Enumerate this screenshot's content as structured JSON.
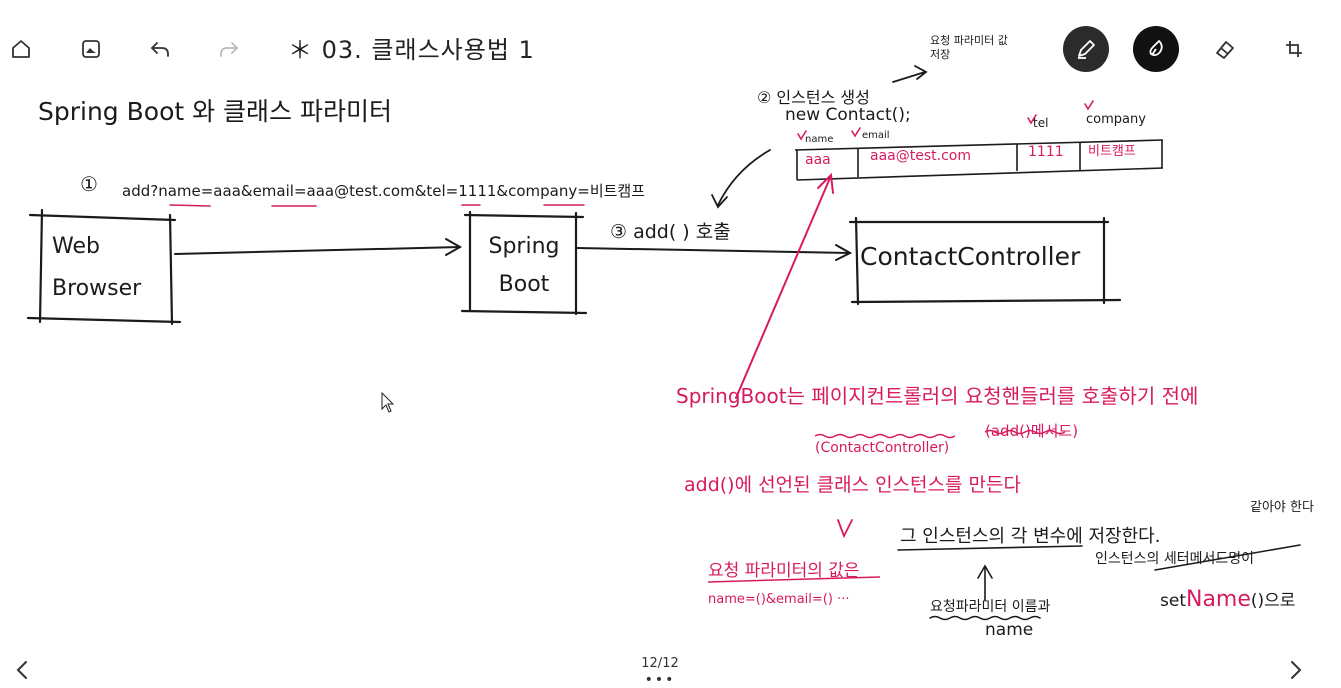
{
  "toolbar": {
    "title": "＊ 03. 클래스사용법 1",
    "icons": [
      "home-icon",
      "image-icon",
      "undo-icon",
      "redo-icon",
      "pen-icon",
      "ink-icon",
      "eraser-icon",
      "crop-icon"
    ]
  },
  "note": {
    "heading": "Spring Boot 와 클래스 파라미터",
    "step1_num": "①",
    "request_url": "add?name=aaa&email=aaa@test.com&tel=1111&company=비트캠프",
    "step2": "② 인스턴스 생성",
    "step2_result": "요청 파라미터 값 저장",
    "new_contact": "new Contact();",
    "field_labels": [
      "name",
      "email",
      "tel",
      "company"
    ],
    "field_values": [
      "aaa",
      "aaa@test.com",
      "1111",
      "비트캠프"
    ],
    "step3": "③ add(   ) 호출",
    "box_web": "Web Browser",
    "box_spring": "Spring Boot",
    "box_controller": "ContactController",
    "explain_line1": "SpringBoot는 페이지컨트롤러의 요청핸들러를 호출하기 전에",
    "explain_line1_sub1": "(ContactController)",
    "explain_line1_sub2": "(add()메서드)",
    "explain_line2": "add()에 선언된 클래스 인스턴스를 만든다",
    "explain_line3a": "요청 파라미터의 값은",
    "explain_line3b": "그 인스턴스의 각 변수에 저장한다.",
    "explain_line3c": "같아야 한다",
    "example_params": "name=()&email=() ···",
    "explain_line4a": "요청파라미터 이름과",
    "explain_line4b": "인스턴스의 세터메서드명이",
    "explain_line4c_prefix": "set",
    "explain_line4c_name": "Name",
    "explain_line4c_suffix": "()으로",
    "explain_name": "name"
  },
  "pager": {
    "page": "12/12",
    "dots": "•••"
  },
  "colors": {
    "ink": "#1b1b1b",
    "accent": "#d81b60",
    "toolbar_dark": "#2b2b2b"
  }
}
